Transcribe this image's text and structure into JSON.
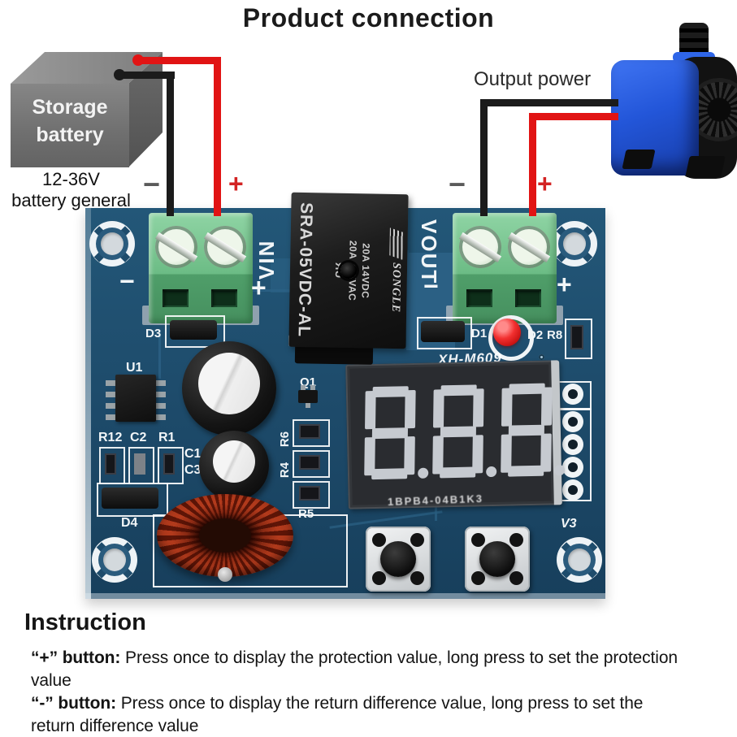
{
  "title": "Product connection",
  "battery": {
    "label_line1": "Storage",
    "label_line2": "battery",
    "caption_line1": "12-36V",
    "caption_line2": "battery general",
    "neg": "−",
    "pos": "+"
  },
  "output": {
    "label": "Output power",
    "neg": "−",
    "pos": "+"
  },
  "board": {
    "model": "XH-M609",
    "vin": {
      "label": "VIN",
      "neg": "−",
      "pos": "+"
    },
    "vout": {
      "label": "VOUT",
      "neg": "−",
      "pos": "+"
    },
    "relay": {
      "part_number": "SRA-05VDC-AL",
      "rating_line1": "20A 14VDC",
      "rating_line2": "20A 125VAC",
      "cert_mark": "ЯU",
      "brand": "SONGLE"
    },
    "display": {
      "digits": "888",
      "state": "all segments unlit (gray)"
    },
    "silkscreen_bottom": "1BPB4-04B1K3",
    "labels": {
      "u1": "U1",
      "r12": "R12",
      "c2": "C2",
      "r1": "R1",
      "c1": "C1",
      "c3": "C3",
      "d3": "D3",
      "d4": "D4",
      "q1": "Q1",
      "r6": "R6",
      "r4": "R4",
      "r5": "R5",
      "d1": "D1",
      "d2": "D2",
      "r8": "R8",
      "v3": "V3"
    }
  },
  "instruction": {
    "heading": "Instruction",
    "items": [
      {
        "button": "“+” button:",
        "text": " Press once to display the protection value, long press to set the protection value"
      },
      {
        "button": "“-” button:",
        "text": " Press once to display the return difference value, long press to set the return difference value"
      }
    ]
  },
  "colors": {
    "pcb_blue": "#1e4c6c",
    "wire_red": "#e11414",
    "wire_black": "#1b1b1b",
    "terminal_green": "#6cbc85",
    "led_red": "#e51c1c",
    "pump_blue": "#2356d9",
    "battery_gray": "#6f6f6f"
  }
}
